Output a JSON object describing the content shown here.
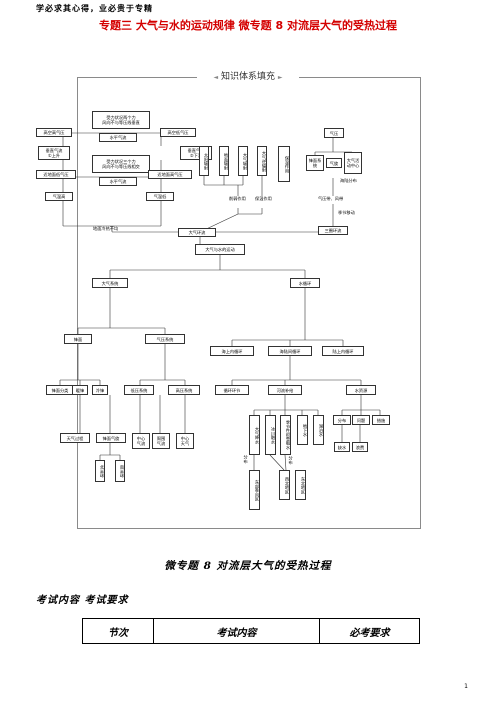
{
  "header": {
    "motto": "学必求其心得，业必贵于专精",
    "title": "专题三  大气与水的运动规律  微专题 8  对流层大气的受热过程"
  },
  "mindmap": {
    "frame_title": "知识体系填充",
    "frame_deco_left": "◄",
    "frame_deco_right": "►",
    "left": {
      "force1": "受力状况两个力\n风向不与等压线垂直",
      "horizontal_top": "水平气流",
      "high_low_p": "高空高气压",
      "high_high_p": "高空低气压",
      "vert_left": "垂直气流\n①上升",
      "vert_right": "垂直气流\n②下沉",
      "force2": "受力状况三个力\n风向不与等压线相交",
      "horizontal_mid": "水平气流",
      "ground_low": "近地面低气压",
      "ground_high": "近地面高气压",
      "low_t": "气温高",
      "high_t": "气温低",
      "uneven": "地面冷热不均",
      "circulation": "大气环流"
    },
    "middle": {
      "v1": "太阳辐射",
      "v2": "地面辐射",
      "v3": "大气辐射",
      "v4": "大气逆辐射",
      "v5": "保温作用",
      "weaken": "削弱作用",
      "keep": "保温作用"
    },
    "right": {
      "pressure": "气压",
      "v_cold": "锋面系统",
      "v_cyclone": "气旋",
      "v_center": "大气活动中心",
      "season": "海陆分布",
      "belt": "气压带、风带",
      "move": "季节移动",
      "tri": "三圈环流"
    },
    "root": "大气与水的运动",
    "atmos": "大气系统",
    "water": "水循环",
    "l2": [
      "锋面",
      "气压系统",
      "海上内循环",
      "海陆间循环",
      "陆上内循环"
    ],
    "l3a": [
      "锋面分类",
      "暖锋",
      "冷锋",
      "低压系统",
      "高压系统"
    ],
    "l3b": [
      "循环环节",
      "河流补给",
      "水资源"
    ],
    "l4a": [
      "天气过程",
      "锋面气旋",
      "中心\n气流",
      "周围\n气流",
      "中心\n天气"
    ],
    "l4b": [
      "大气降水",
      "冰川融水",
      "季节性积雪融水",
      "地下水",
      "湖泊水",
      "分布",
      "问题",
      "措施"
    ],
    "l5a": [
      "北半球",
      "南半球"
    ],
    "l5b": [
      "分布",
      "分布"
    ],
    "l6b": [
      "东部季风区",
      "西北地区",
      "东北地区"
    ],
    "l5c": [
      "缺水",
      "浪费"
    ]
  },
  "section": {
    "title": "微专题 8    对流层大气的受热过程",
    "exam_head": "考试内容    考试要求",
    "table_headers": [
      "节次",
      "考试内容",
      "必考要求"
    ]
  },
  "page_number": "1"
}
